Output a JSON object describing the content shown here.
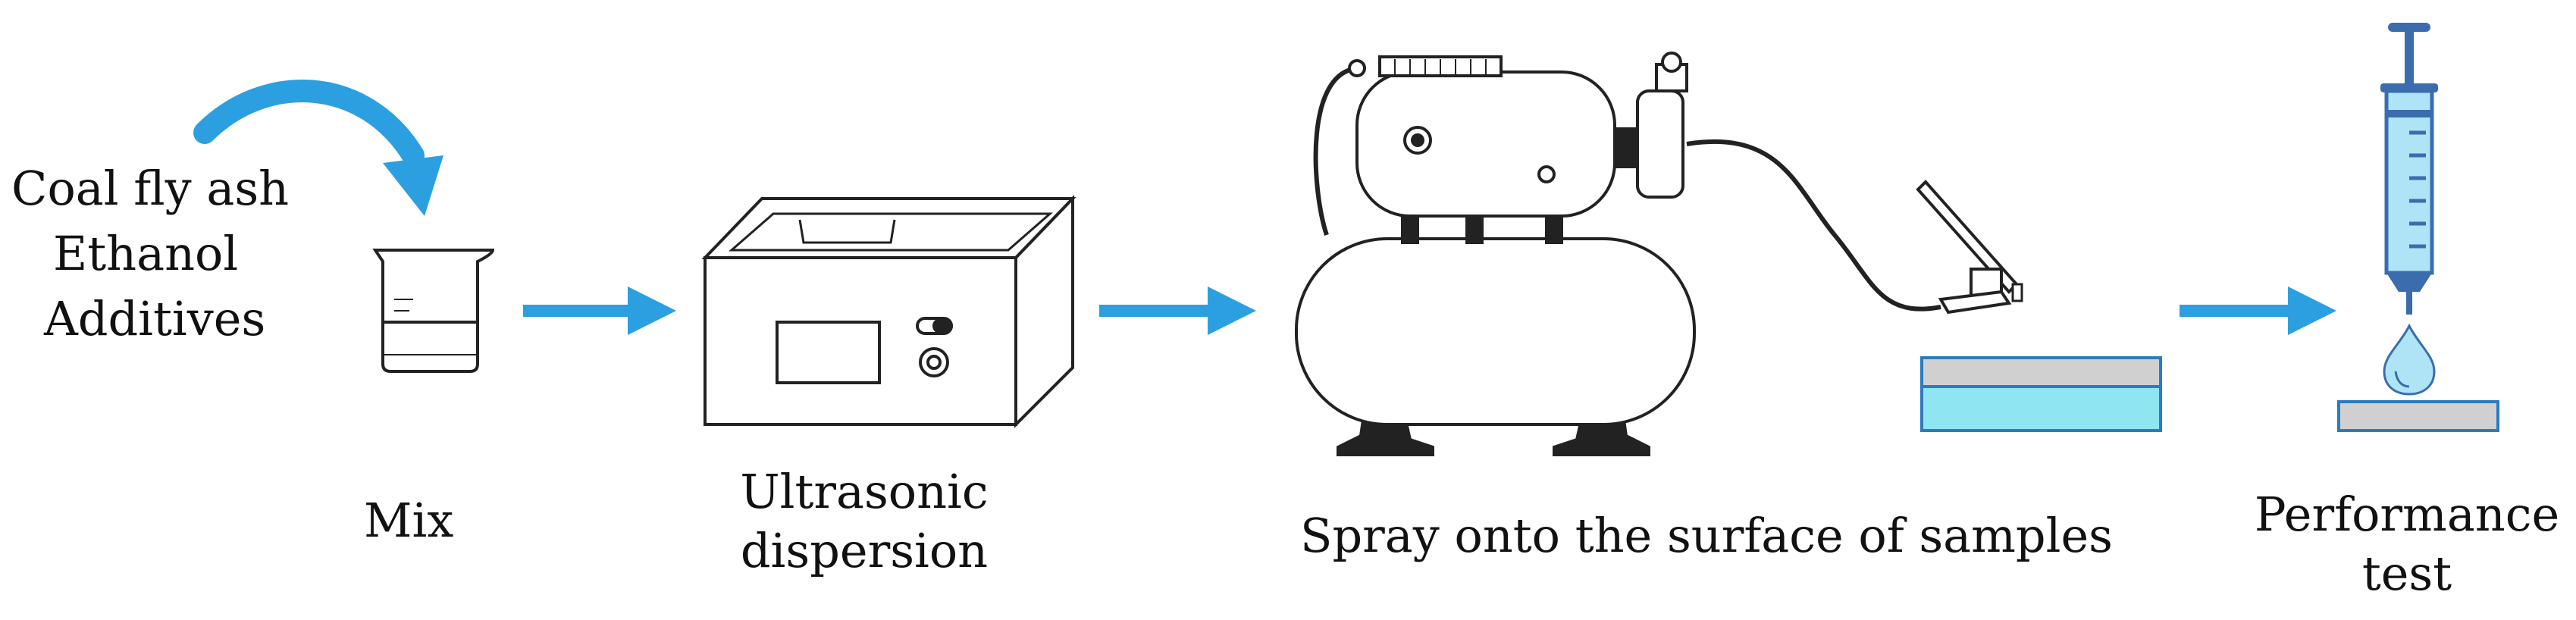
{
  "inputs": [
    "Coal fly ash",
    "Ethanol",
    "Additives"
  ],
  "steps": {
    "mix": "Mix",
    "ultrasonic": [
      "Ultrasonic",
      "dispersion"
    ],
    "spray": "Spray onto the surface of samples",
    "performance": [
      "Performance",
      "test"
    ]
  },
  "colors": {
    "arrow": "#2c9fe0",
    "line": "#222222",
    "liquid": "#8fe6f2",
    "plate": "#d0d0d0",
    "plate_border": "#2c7bbf",
    "syringe_body": "#aee4f5",
    "syringe_dark": "#3b6cae"
  },
  "icons": [
    "curved-arrow-icon",
    "beaker-icon",
    "ultrasonic-bath-icon",
    "air-compressor-icon",
    "spray-gun-icon",
    "coated-sample-icon",
    "syringe-icon",
    "water-drop-icon",
    "test-plate-icon"
  ]
}
